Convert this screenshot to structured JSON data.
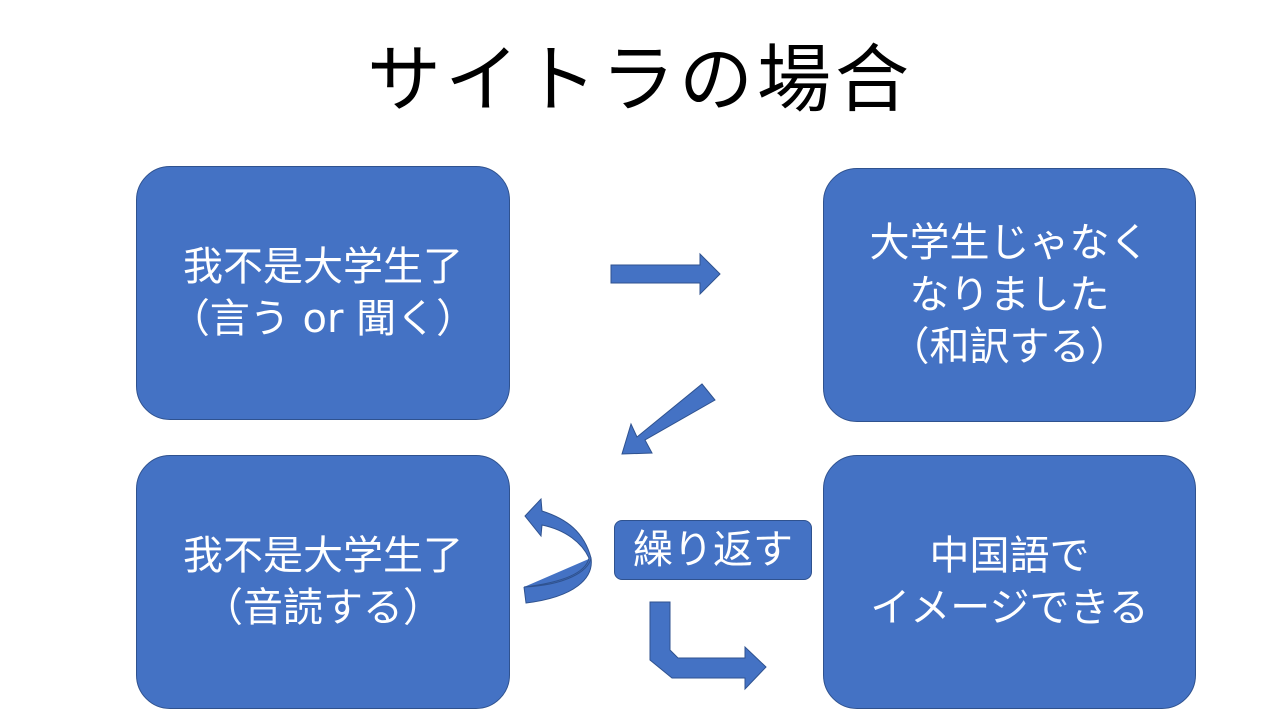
{
  "slide": {
    "title": "サイトラの場合",
    "boxes": {
      "top_left": {
        "line1": "我不是大学生了",
        "line2": "（言う or 聞く）"
      },
      "top_right": {
        "line1": "大学生じゃなく",
        "line2": "なりました",
        "line3": "（和訳する）"
      },
      "bottom_left": {
        "line1": "我不是大学生了",
        "line2": "（音読する）"
      },
      "bottom_right": {
        "line1": "中国語で",
        "line2": "イメージできる"
      }
    },
    "repeat_label": "繰り返す"
  },
  "colors": {
    "shape_fill": "#4472c4",
    "shape_border": "#2f528f",
    "text_on_shape": "#ffffff",
    "title_text": "#000000"
  }
}
